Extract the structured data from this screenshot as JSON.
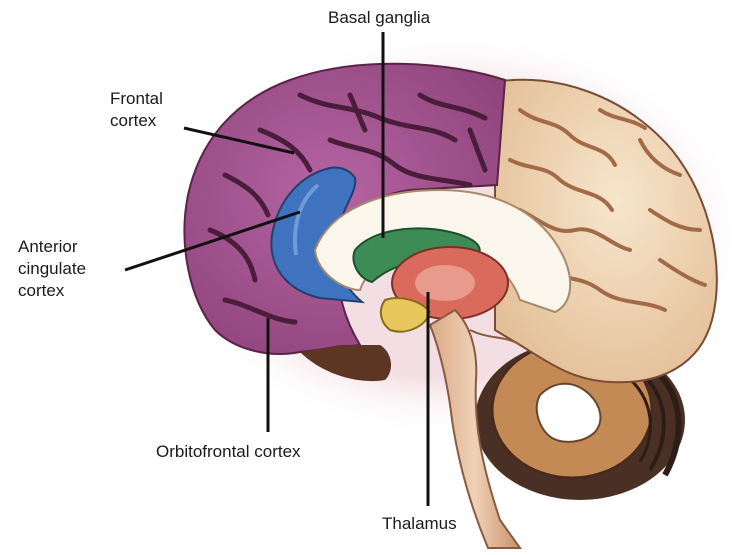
{
  "labels": {
    "frontal_cortex": [
      "Frontal",
      "cortex"
    ],
    "anterior_cingulate_cortex": [
      "Anterior",
      "cingulate",
      "cortex"
    ],
    "orbitofrontal_cortex": "Orbitofrontal cortex",
    "basal_ganglia": "Basal ganglia",
    "thalamus": "Thalamus"
  },
  "regions": [
    {
      "name": "Frontal cortex",
      "color": "#a2548f"
    },
    {
      "name": "Anterior cingulate cortex",
      "color": "#3f73c0"
    },
    {
      "name": "Orbitofrontal cortex",
      "color": "#a2548f"
    },
    {
      "name": "Basal ganglia",
      "color": "#3d8c55"
    },
    {
      "name": "Thalamus",
      "color": "#d96a5c"
    }
  ],
  "colors": {
    "posterior_cortex": "#f1dcbc",
    "sulcus": "#4a2a22",
    "corpus_callosum": "#fbf6ec",
    "brainstem": "#e7c4a6",
    "cerebellum": "#c48a55",
    "hypothalamus": "#e8c85a",
    "leader_line": "#111111"
  }
}
